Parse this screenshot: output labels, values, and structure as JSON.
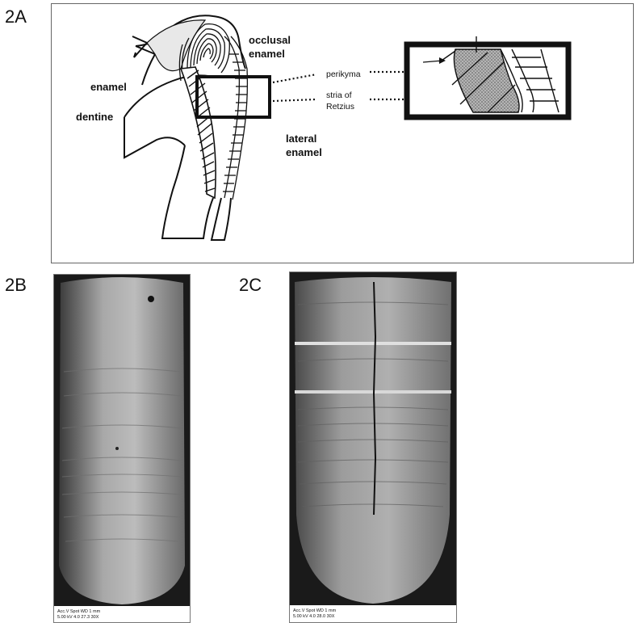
{
  "panels": {
    "a": {
      "label": "2A"
    },
    "b": {
      "label": "2B"
    },
    "c": {
      "label": "2C"
    }
  },
  "diagram": {
    "occlusal_line1": "occlusal",
    "occlusal_line2": "enamel",
    "enamel": "enamel",
    "dentine": "dentine",
    "lateral_line1": "lateral",
    "lateral_line2": "enamel",
    "perikyma": "perikyma",
    "stria_line1": "stria of",
    "stria_line2": "Retzius"
  },
  "micrographs": {
    "b_scalebar": "Acc.V  Spot WD          1 mm",
    "b_scalebar2": "5.00 kV 4.0  27.3  30X",
    "c_scalebar": "Acc.V  Spot WD          1 mm",
    "c_scalebar2": "5.00 kV 4.0  28.0  30X"
  },
  "colors": {
    "ink": "#111111",
    "stipple": "#8a8a8a",
    "sem_dark": "#1a1a1a",
    "sem_mid": "#9a9a9a"
  }
}
